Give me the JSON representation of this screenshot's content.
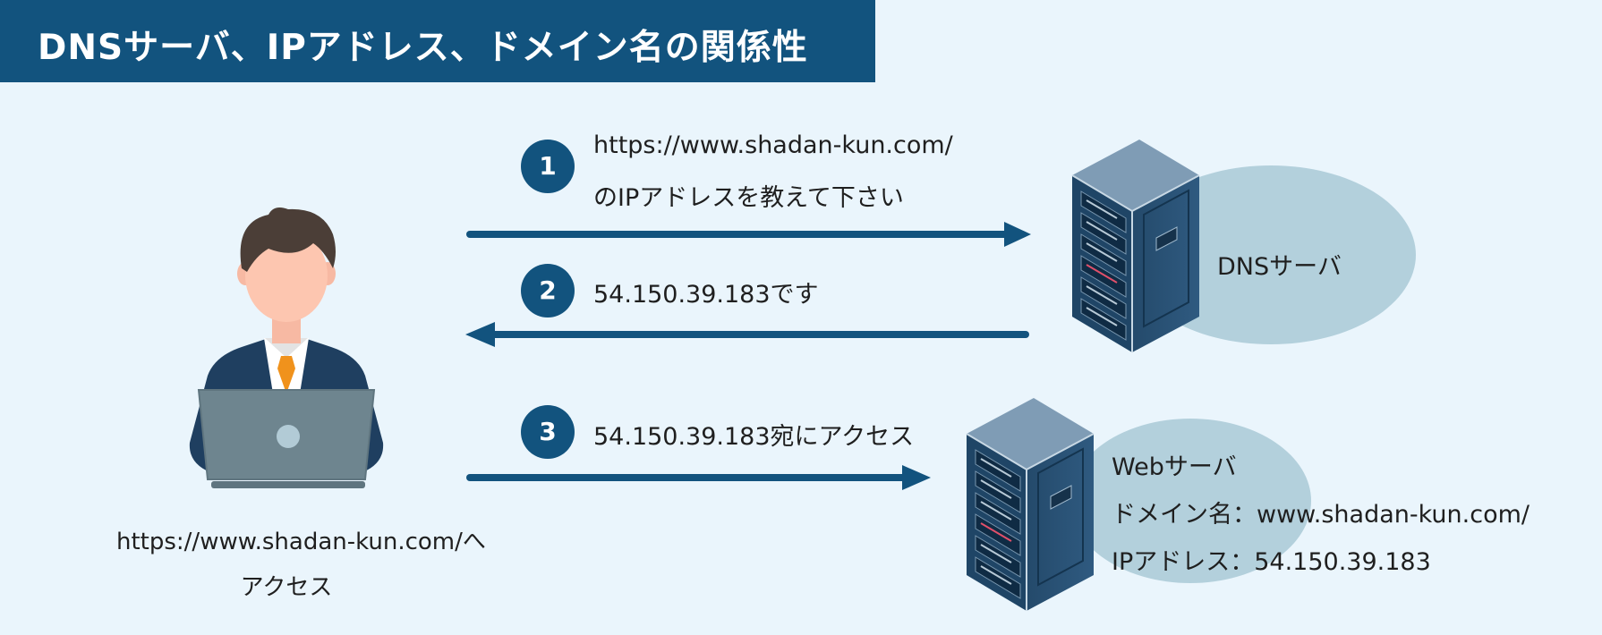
{
  "title": "DNSサーバ、IPアドレス、ドメイン名の関係性",
  "colors": {
    "primary": "#12537e",
    "background": "#eaf5fc",
    "ellipse": "#b3d0dc",
    "server_body": "#2f5679",
    "tie": "#f0921c",
    "laptop": "#6e858f"
  },
  "user": {
    "caption_line1": "https://www.shadan-kun.com/へ",
    "caption_line2": "アクセス"
  },
  "steps": [
    {
      "number": "1",
      "line1": "https://www.shadan-kun.com/",
      "line2": "のIPアドレスを教えて下さい",
      "direction": "right"
    },
    {
      "number": "2",
      "line1": "54.150.39.183です",
      "direction": "left"
    },
    {
      "number": "3",
      "line1": "54.150.39.183宛にアクセス",
      "direction": "right"
    }
  ],
  "dns_server": {
    "label": "DNSサーバ"
  },
  "web_server": {
    "label": "Webサーバ",
    "domain_line": "ドメイン名：www.shadan-kun.com/",
    "ip_line": "IPアドレス：54.150.39.183"
  }
}
